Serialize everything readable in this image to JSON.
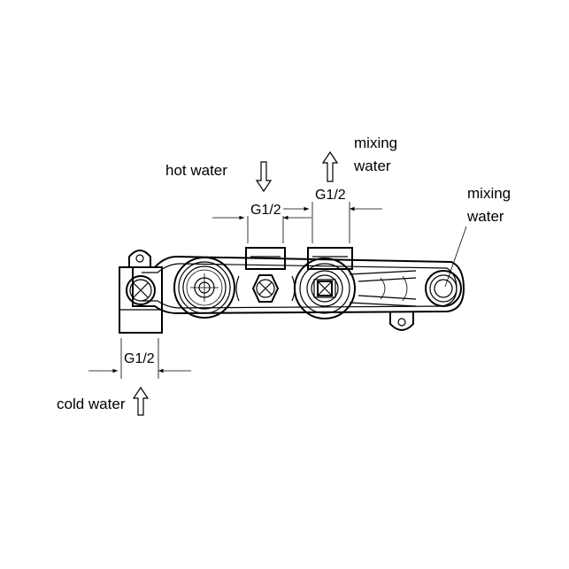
{
  "labels": {
    "hot_water": "hot water",
    "cold_water": "cold water",
    "mixing_water_top_1": "mixing",
    "mixing_water_top_2": "water",
    "mixing_water_right_1": "mixing",
    "mixing_water_right_2": "water"
  },
  "dimensions": {
    "hot_inlet": "G1/2",
    "mixing_outlet": "G1/2",
    "cold_inlet": "G1/2"
  }
}
